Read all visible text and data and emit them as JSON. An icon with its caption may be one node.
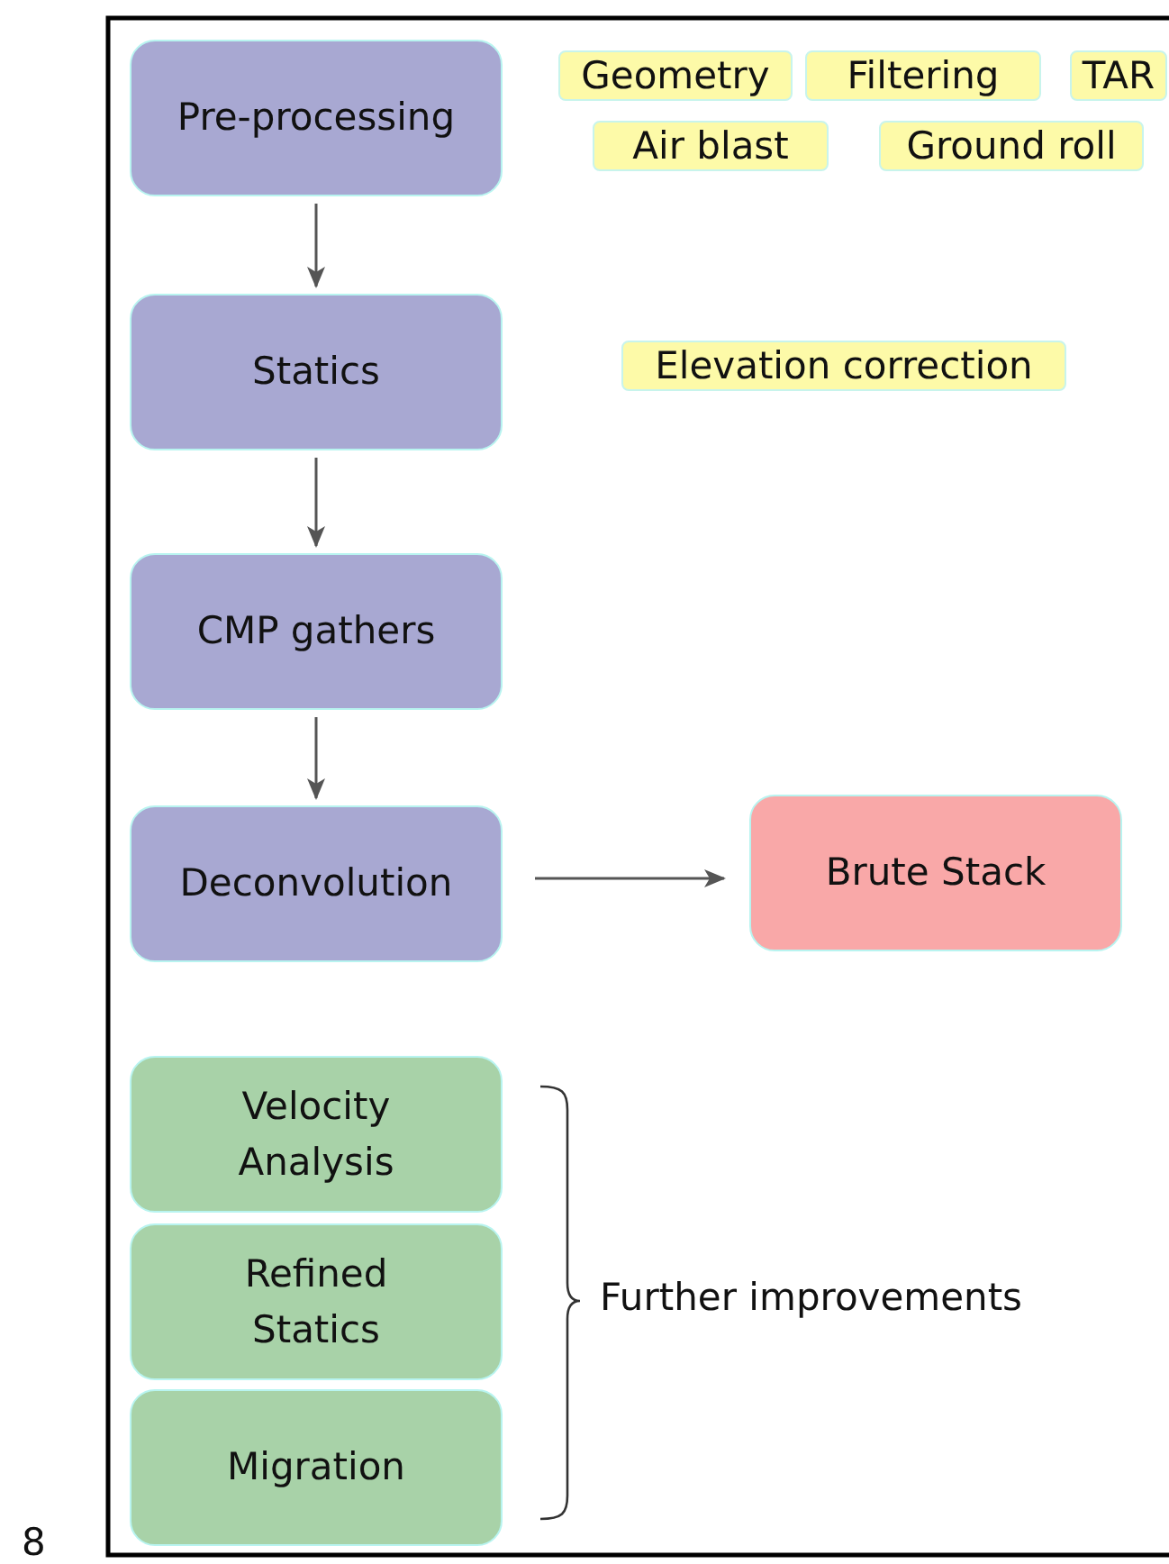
{
  "diagram": {
    "nodes": [
      {
        "text": [
          "Pre-processing"
        ]
      },
      {
        "text": [
          "Geometry"
        ]
      },
      {
        "text": [
          "Filtering"
        ]
      },
      {
        "text": [
          "TAR"
        ]
      },
      {
        "text": [
          "Air blast"
        ]
      },
      {
        "text": [
          "Ground roll"
        ]
      },
      {
        "text": [
          "Statics"
        ]
      },
      {
        "text": [
          "Elevation correction"
        ]
      },
      {
        "text": [
          "CMP gathers"
        ]
      },
      {
        "text": [
          "Deconvolution"
        ]
      },
      {
        "text": [
          "Brute Stack"
        ]
      },
      {
        "text": [
          "Velocity Analysis"
        ]
      },
      {
        "text": [
          "Refined Statics"
        ]
      },
      {
        "text": [
          "Migration"
        ]
      }
    ],
    "edges": [
      {
        "from": 0,
        "to": 6,
        "arrow": "to"
      },
      {
        "from": 6,
        "to": 8,
        "arrow": "to"
      },
      {
        "from": 8,
        "to": 9,
        "arrow": "to"
      },
      {
        "from": 9,
        "to": 10,
        "arrow": "to"
      }
    ],
    "labels": [
      "Further improvements",
      "8"
    ]
  }
}
